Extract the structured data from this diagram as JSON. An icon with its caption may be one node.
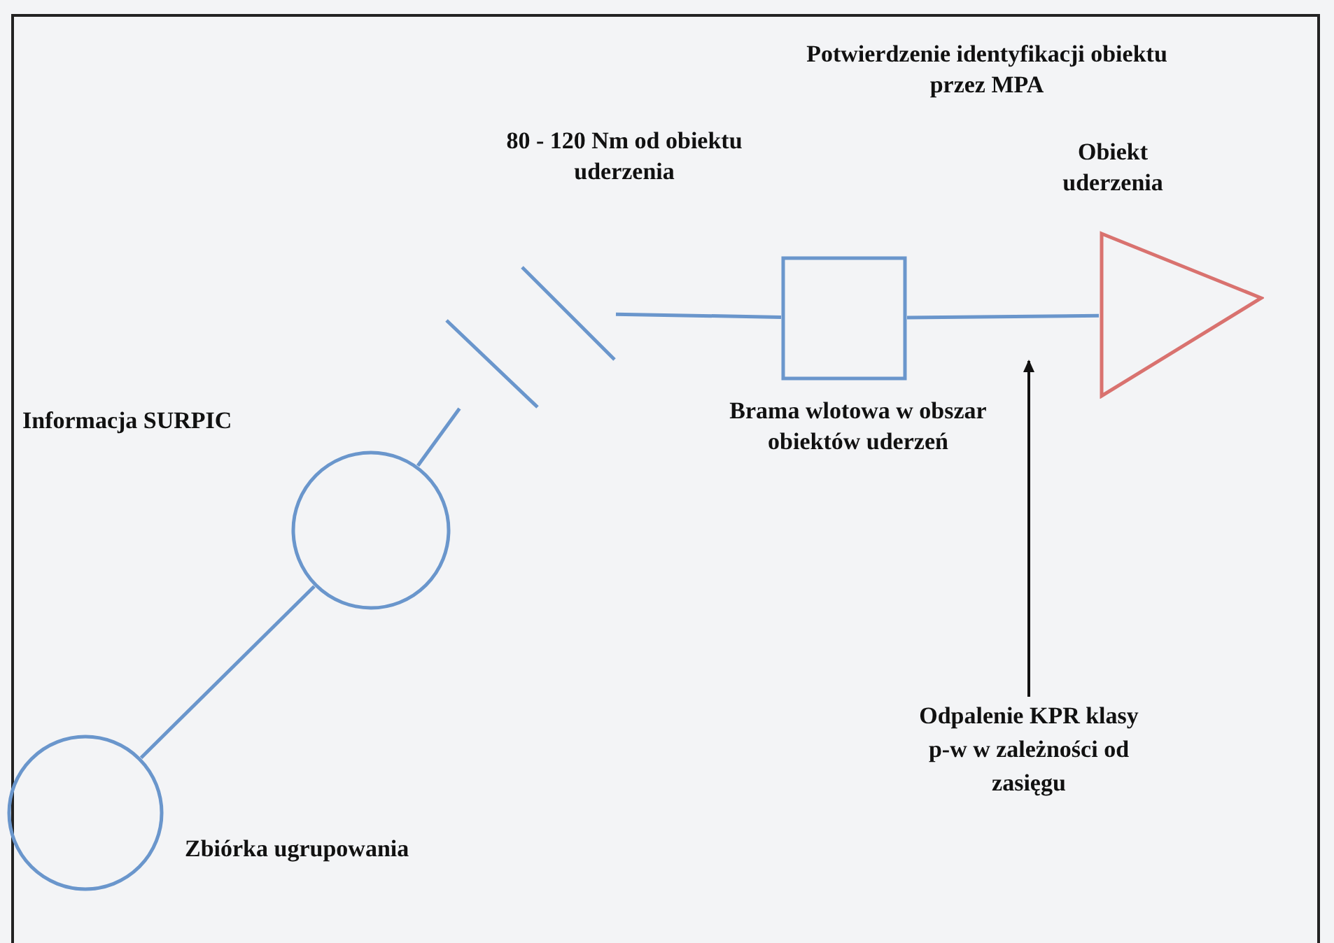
{
  "diagram": {
    "nodes": [
      {
        "text": [],
        "shape": "circle",
        "beside": [
          "Zbiórka ugrupowania"
        ]
      },
      {
        "text": [],
        "shape": "circle",
        "beside": [
          "Informacja SURPIC"
        ]
      },
      {
        "text": [],
        "shape": "bar"
      },
      {
        "text": [],
        "shape": "bar"
      },
      {
        "text": [],
        "shape": "box",
        "beside": [
          "Brama wlotowa w obszar obiektów uderzeń"
        ]
      },
      {
        "text": [],
        "shape": "triangle",
        "beside": [
          "Obiekt uderzenia"
        ]
      },
      {
        "text": [
          "Odpalenie KPR klasy p-w w zależności od zasięgu"
        ]
      }
    ],
    "edges": [
      {
        "from": 0,
        "to": 1,
        "arrow": "none"
      },
      {
        "from": 1,
        "to": 2,
        "arrow": "none"
      },
      {
        "from": 3,
        "to": 4,
        "arrow": "none"
      },
      {
        "from": 4,
        "to": 5,
        "arrow": "none"
      },
      {
        "from": 6,
        "to": null,
        "arrow": "to",
        "color": "#111111"
      }
    ],
    "labels": [
      "Potwierdzenie identyfikacji obiektu przez MPA",
      "80 - 120 Nm od obiektu uderzenia"
    ]
  }
}
